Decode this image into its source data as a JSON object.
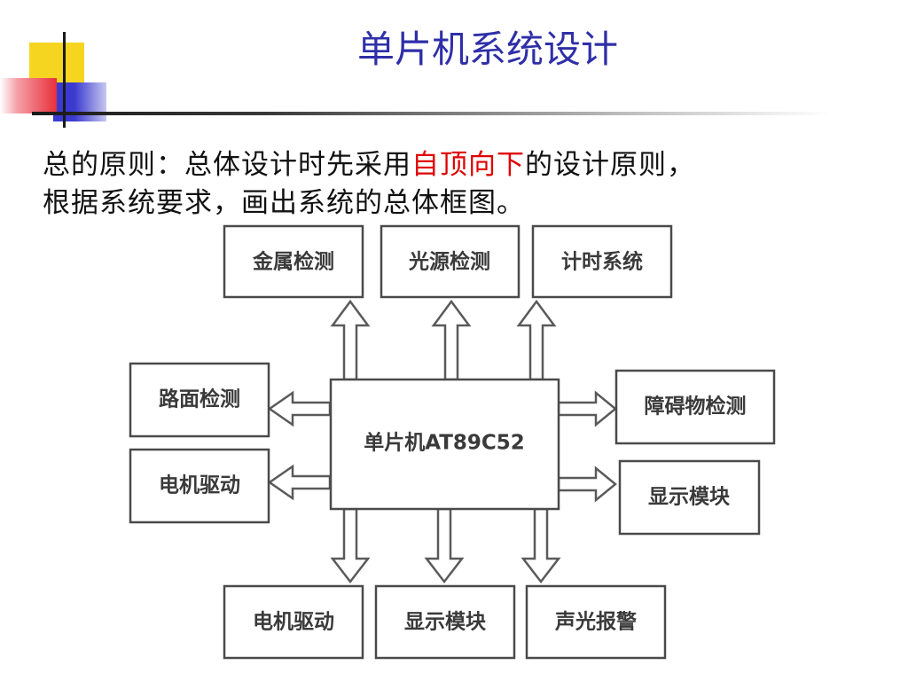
{
  "slide": {
    "title": "单片机系统设计",
    "paragraph": {
      "line1_prefix": "总的原则：总体设计时先采用",
      "line1_highlight": "自顶向下",
      "line1_suffix": "的设计原则，",
      "line2": "根据系统要求，画出系统的总体框图。"
    }
  },
  "diagram": {
    "center": "单片机AT89C52",
    "top": [
      "金属检测",
      "光源检测",
      "计时系统"
    ],
    "left": [
      "路面检测",
      "电机驱动"
    ],
    "right": [
      "障碍物检测",
      "显示模块"
    ],
    "bottom": [
      "电机驱动",
      "显示模块",
      "声光报警"
    ]
  },
  "colors": {
    "title": "#2f2fa8",
    "highlight": "#e00000",
    "deco_yellow": "#f6d520",
    "deco_red": "#e8303a",
    "deco_blue": "#3a3ad0"
  }
}
